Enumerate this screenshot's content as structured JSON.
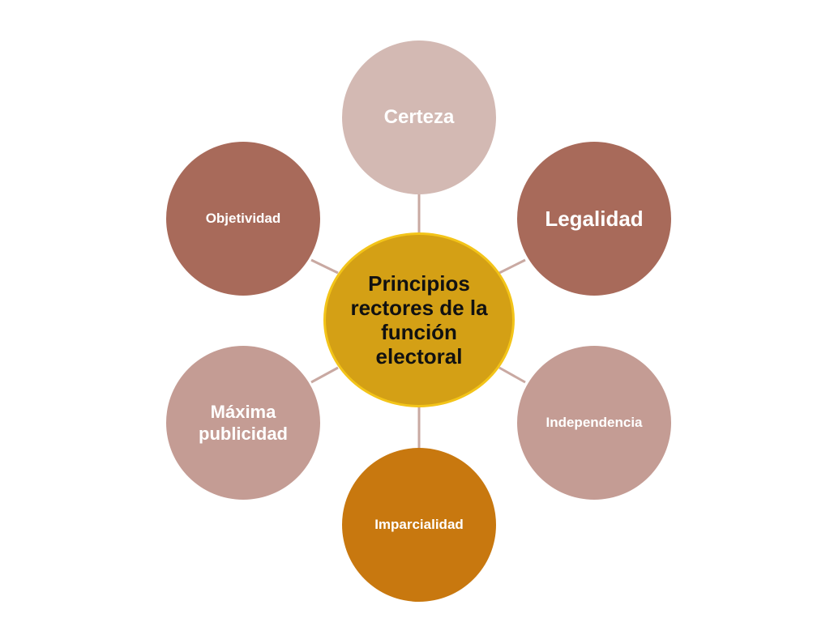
{
  "diagram": {
    "center": {
      "label": "Principios rectores de la función electoral",
      "fill": "#d4a015",
      "border": "#f3c419"
    },
    "principles": [
      {
        "label": "Certeza",
        "fill": "#d3b9b3"
      },
      {
        "label": "Legalidad",
        "fill": "#a86a5a"
      },
      {
        "label": "Independencia",
        "fill": "#c49c94"
      },
      {
        "label": "Imparcialidad",
        "fill": "#c8780f"
      },
      {
        "label": "Máxima publicidad",
        "fill": "#c49c94"
      },
      {
        "label": "Objetividad",
        "fill": "#a86a5a"
      }
    ],
    "connector_color": "#c9a9a2"
  }
}
